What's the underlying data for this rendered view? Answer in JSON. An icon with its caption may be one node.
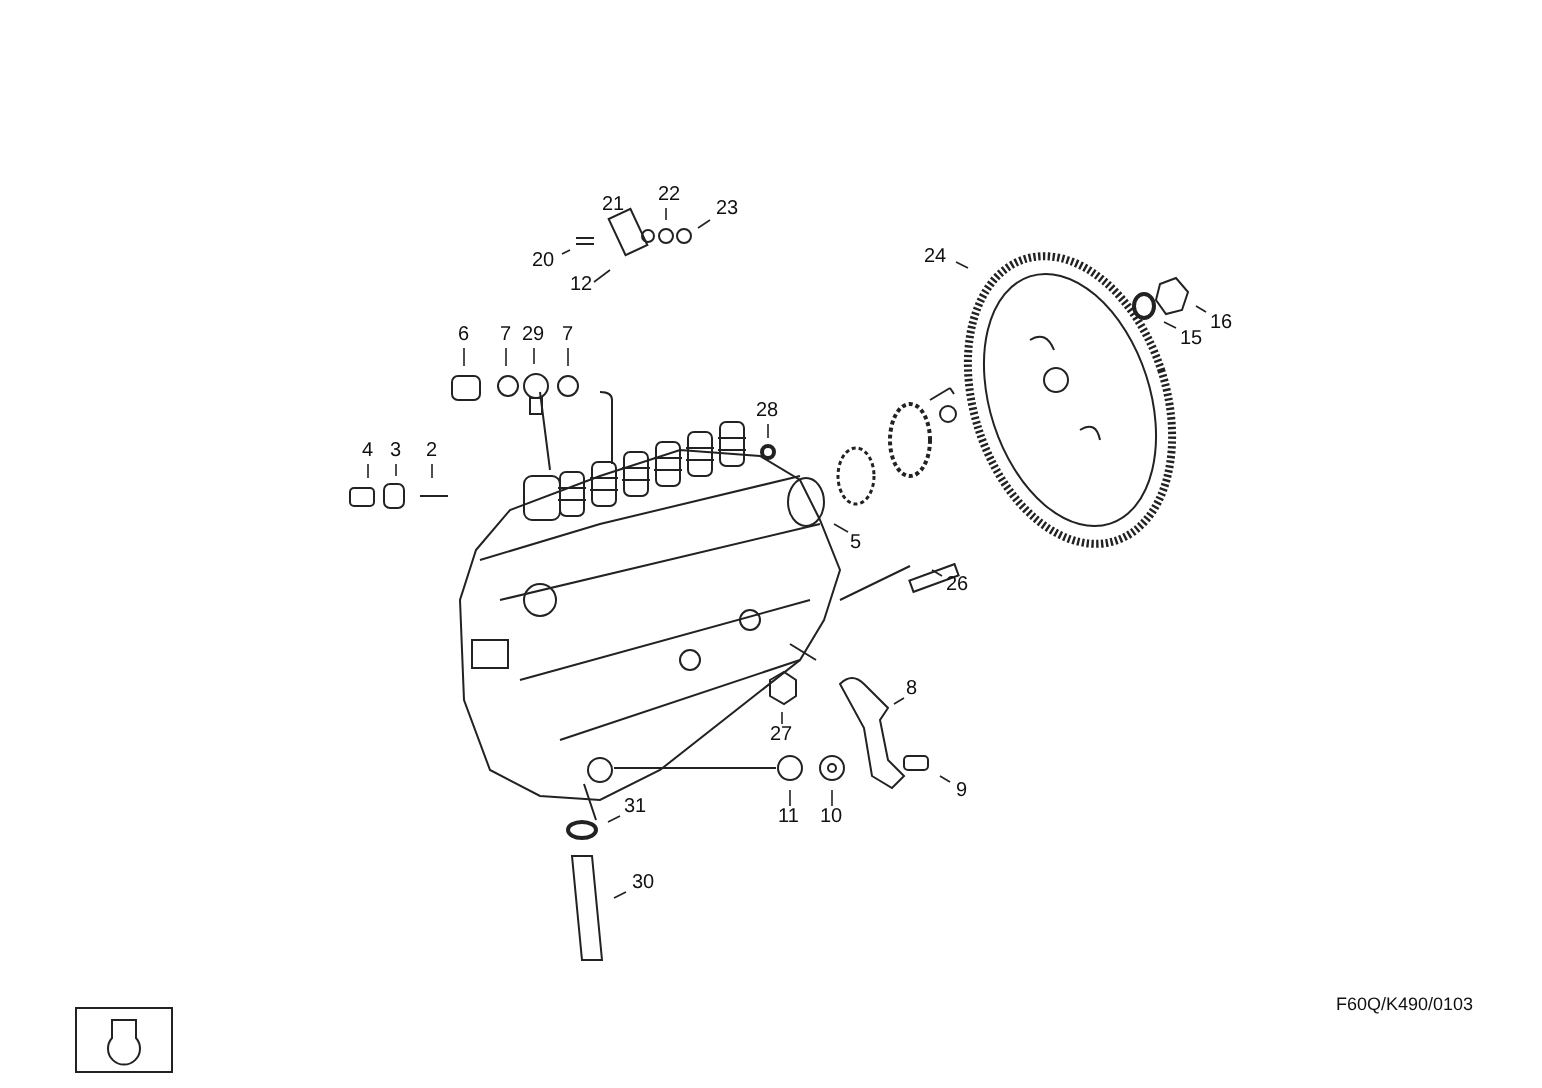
{
  "diagram": {
    "nodes": [
      {
        "text": [
          "22"
        ]
      },
      {
        "text": [
          "21"
        ]
      },
      {
        "text": [
          "23"
        ]
      },
      {
        "text": [
          "20"
        ]
      },
      {
        "text": [
          "12"
        ]
      },
      {
        "text": [
          "24"
        ]
      },
      {
        "text": [
          "16"
        ]
      },
      {
        "text": [
          "15"
        ]
      },
      {
        "text": [
          "6"
        ]
      },
      {
        "text": [
          "7"
        ]
      },
      {
        "text": [
          "29"
        ]
      },
      {
        "text": [
          "7"
        ]
      },
      {
        "text": [
          "28"
        ]
      },
      {
        "text": [
          "4"
        ]
      },
      {
        "text": [
          "3"
        ]
      },
      {
        "text": [
          "2"
        ]
      },
      {
        "text": [
          "5"
        ]
      },
      {
        "text": [
          "26"
        ]
      },
      {
        "text": [
          "8"
        ]
      },
      {
        "text": [
          "27"
        ]
      },
      {
        "text": [
          "9"
        ]
      },
      {
        "text": [
          "11"
        ]
      },
      {
        "text": [
          "10"
        ]
      },
      {
        "text": [
          "31"
        ]
      },
      {
        "text": [
          "30"
        ]
      }
    ],
    "edges": [
      {
        "from": 0,
        "to": null,
        "arrow": "none"
      },
      {
        "from": 2,
        "to": null,
        "arrow": "none"
      },
      {
        "from": 3,
        "to": null,
        "arrow": "none"
      },
      {
        "from": 4,
        "to": null,
        "arrow": "none"
      },
      {
        "from": 5,
        "to": null,
        "arrow": "none"
      },
      {
        "from": 6,
        "to": null,
        "arrow": "none"
      },
      {
        "from": 7,
        "to": null,
        "arrow": "none"
      },
      {
        "from": 8,
        "to": null,
        "arrow": "none"
      },
      {
        "from": 9,
        "to": null,
        "arrow": "none"
      },
      {
        "from": 10,
        "to": null,
        "arrow": "none"
      },
      {
        "from": 11,
        "to": null,
        "arrow": "none"
      },
      {
        "from": 12,
        "to": null,
        "arrow": "none"
      },
      {
        "from": 13,
        "to": null,
        "arrow": "none"
      },
      {
        "from": 14,
        "to": null,
        "arrow": "none"
      },
      {
        "from": 15,
        "to": null,
        "arrow": "none"
      },
      {
        "from": 16,
        "to": null,
        "arrow": "none"
      },
      {
        "from": 17,
        "to": null,
        "arrow": "none"
      },
      {
        "from": 18,
        "to": null,
        "arrow": "none"
      },
      {
        "from": 19,
        "to": null,
        "arrow": "none"
      },
      {
        "from": 20,
        "to": null,
        "arrow": "none"
      },
      {
        "from": 21,
        "to": null,
        "arrow": "none"
      },
      {
        "from": 22,
        "to": null,
        "arrow": "none"
      },
      {
        "from": 23,
        "to": null,
        "arrow": "none"
      },
      {
        "from": 24,
        "to": null,
        "arrow": "none"
      }
    ],
    "labels": [
      "F60Q/K490/0103"
    ]
  }
}
